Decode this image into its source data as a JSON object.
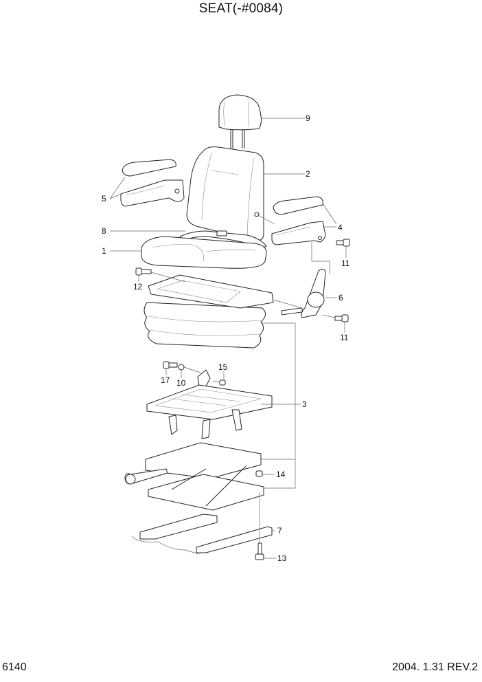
{
  "header": {
    "title": "SEAT(-#0084)"
  },
  "footer": {
    "page_number": "6140",
    "revision": "2004. 1.31 REV.2"
  },
  "callouts": [
    {
      "id": "1",
      "label": "1",
      "part": "seat-cushion"
    },
    {
      "id": "2",
      "label": "2",
      "part": "backrest"
    },
    {
      "id": "3",
      "label": "3",
      "part": "suspension-assembly"
    },
    {
      "id": "4",
      "label": "4",
      "part": "armrest-right"
    },
    {
      "id": "5",
      "label": "5",
      "part": "armrest-left"
    },
    {
      "id": "6",
      "label": "6",
      "part": "recline-lever-bracket"
    },
    {
      "id": "7",
      "label": "7",
      "part": "slide-rail"
    },
    {
      "id": "8",
      "label": "8",
      "part": "seat-belt"
    },
    {
      "id": "9",
      "label": "9",
      "part": "headrest"
    },
    {
      "id": "10",
      "label": "10",
      "part": "washer"
    },
    {
      "id": "11a",
      "label": "11",
      "part": "bolt-armrest"
    },
    {
      "id": "11b",
      "label": "11",
      "part": "bolt-bracket"
    },
    {
      "id": "12",
      "label": "12",
      "part": "bolt-cushion"
    },
    {
      "id": "13",
      "label": "13",
      "part": "bolt-rail"
    },
    {
      "id": "14",
      "label": "14",
      "part": "nut"
    },
    {
      "id": "15",
      "label": "15",
      "part": "nut-small"
    },
    {
      "id": "17",
      "label": "17",
      "part": "bolt-frame"
    }
  ]
}
